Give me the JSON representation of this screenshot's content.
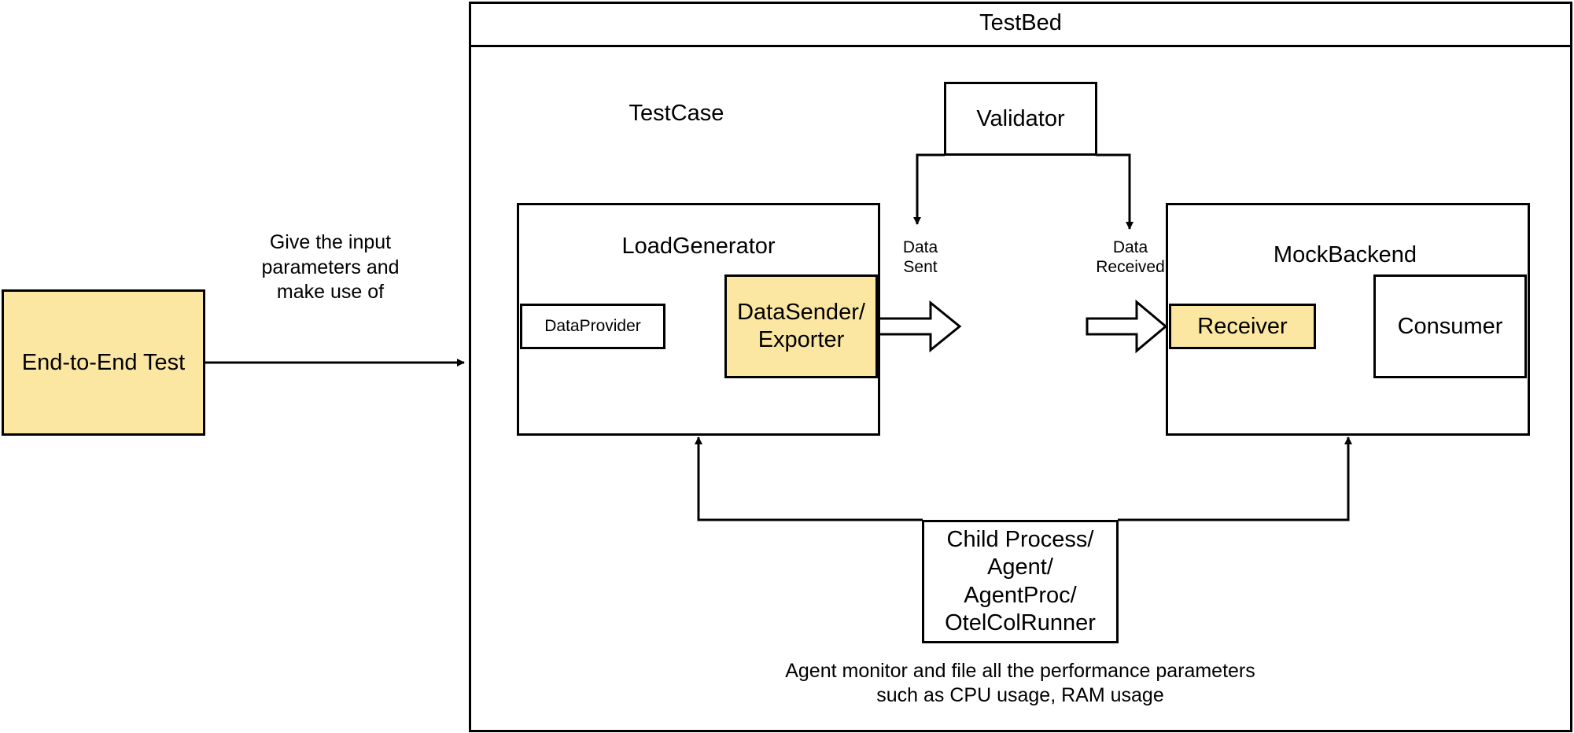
{
  "testbed": {
    "title": "TestBed"
  },
  "testcase": {
    "label": "TestCase"
  },
  "validator": {
    "label": "Validator"
  },
  "load_generator": {
    "label": "LoadGenerator",
    "data_provider": "DataProvider",
    "data_sender": [
      "DataSender/",
      "Exporter"
    ]
  },
  "mock_backend": {
    "label": "MockBackend",
    "receiver": "Receiver",
    "consumer": "Consumer"
  },
  "data_sent": [
    "Data",
    "Sent"
  ],
  "data_received": [
    "Data",
    "Received"
  ],
  "end_to_end": {
    "label": "End-to-End Test"
  },
  "input_note": [
    "Give the input",
    "parameters and",
    "make use of"
  ],
  "child_process": [
    "Child Process/",
    "Agent/",
    "AgentProc/",
    "OtelColRunner"
  ],
  "agent_note": [
    "Agent monitor and file all the performance parameters",
    "such as CPU usage, RAM usage"
  ],
  "colors": {
    "highlight": "#fbe7a1",
    "stroke": "#000000",
    "background": "#ffffff"
  }
}
